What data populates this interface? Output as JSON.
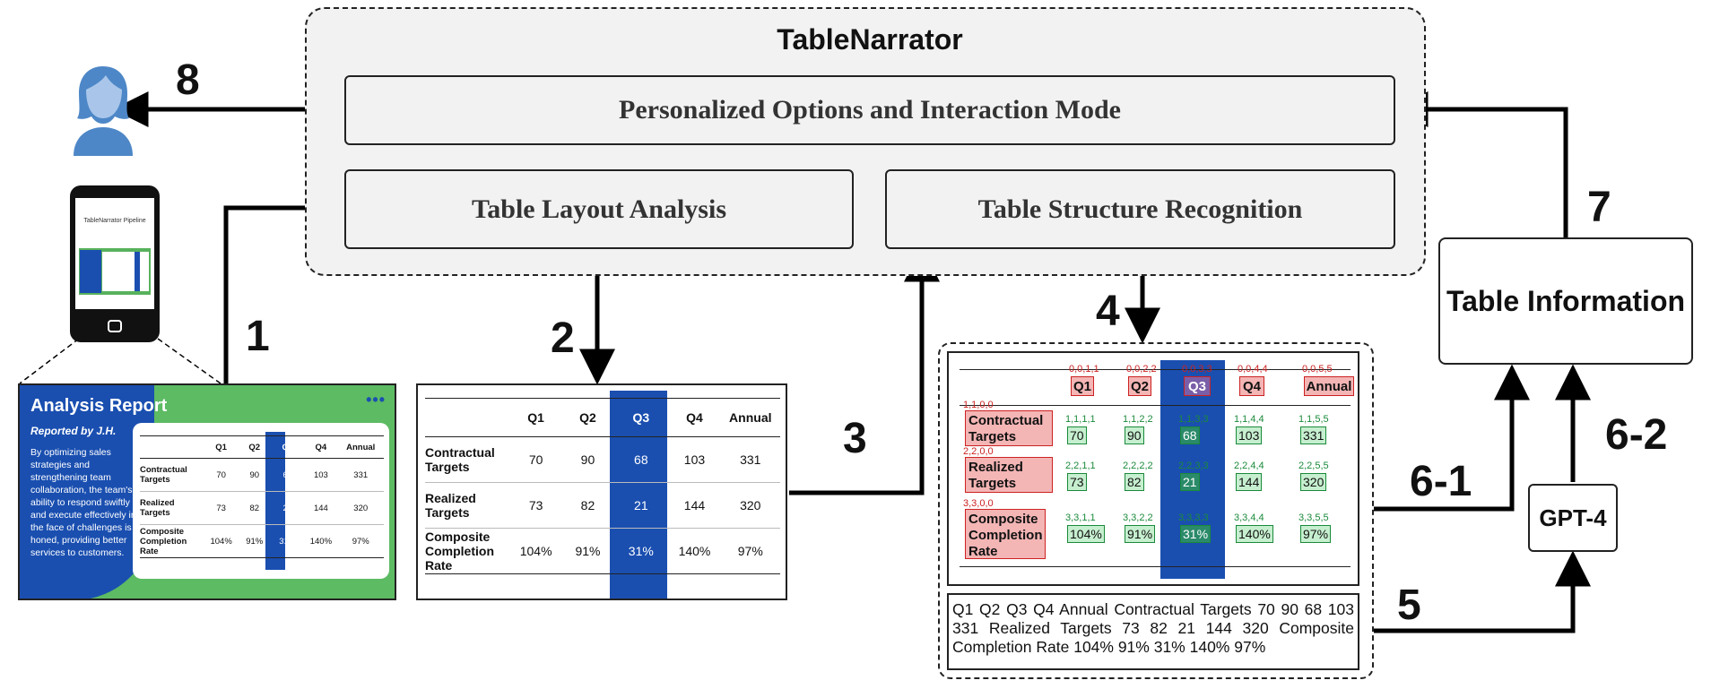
{
  "framework": {
    "title": "TableNarrator",
    "modules": {
      "personalized": "Personalized Options and Interaction Mode",
      "layout": "Table Layout Analysis",
      "structure": "Table Structure Recognition"
    }
  },
  "steps": [
    "1",
    "2",
    "3",
    "4",
    "5",
    "6-1",
    "6-2",
    "7",
    "8"
  ],
  "table_information": "Table Information",
  "gpt": "GPT-4",
  "phone": {
    "screen_title": "TableNarrator Pipeline"
  },
  "report": {
    "title": "Analysis Report",
    "subtitle": "Reported by J.H.",
    "body": "By optimizing sales strategies and strengthening team collaboration, the team's ability to respond swiftly and execute effectively in the face of challenges is honed, providing better services to customers.",
    "menu": "•••"
  },
  "table": {
    "headers": [
      "",
      "Q1",
      "Q2",
      "Q3",
      "Q4",
      "Annual"
    ],
    "rows": [
      {
        "label": "Contractual Targets",
        "values": [
          "70",
          "90",
          "68",
          "103",
          "331"
        ]
      },
      {
        "label": "Realized Targets",
        "values": [
          "73",
          "82",
          "21",
          "144",
          "320"
        ]
      },
      {
        "label": "Composite Completion Rate",
        "values": [
          "104%",
          "91%",
          "31%",
          "140%",
          "97%"
        ]
      }
    ]
  },
  "recognition": {
    "header_labels": [
      "0,0,1,1",
      "0,0,2,2",
      "0,0,3,3",
      "0,0,4,4",
      "0,0,5,5"
    ],
    "row_labels": [
      "1,1,0,0",
      "2,2,0,0",
      "3,3,0,0"
    ],
    "cell_labels": [
      [
        "1,1,1,1",
        "1,1,2,2",
        "1,1,3,3",
        "1,1,4,4",
        "1,1,5,5"
      ],
      [
        "2,2,1,1",
        "2,2,2,2",
        "2,2,3,3",
        "2,2,4,4",
        "2,2,5,5"
      ],
      [
        "3,3,1,1",
        "3,3,2,2",
        "3,3,3,3",
        "3,3,4,4",
        "3,3,5,5"
      ]
    ]
  },
  "linearized_text": "Q1 Q2 Q3 Q4 Annual Contractual Targets 70 90 68 103 331 Realized Targets 73 82 21 144 320 Composite Completion Rate 104% 91% 31% 140% 97%",
  "colors": {
    "highlight_blue": "#1a4fb0",
    "report_green": "#5dbb63",
    "header_red": "#c22222",
    "cell_green": "#1a8a3a",
    "user_icon_blue": "#4d87c7"
  }
}
